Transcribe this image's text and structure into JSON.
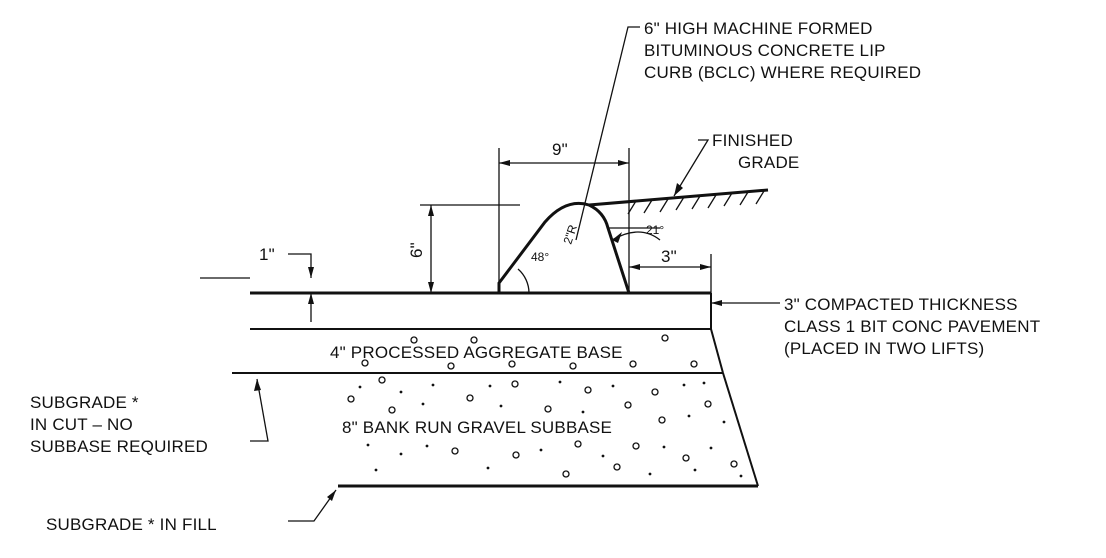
{
  "labels": {
    "lip_curb_line1": "6\" HIGH MACHINE FORMED",
    "lip_curb_line2": "BITUMINOUS CONCRETE LIP",
    "lip_curb_line3": "CURB (BCLC) WHERE REQUIRED",
    "finished_grade_line1": "FINISHED",
    "finished_grade_line2": "GRADE",
    "dim_9in": "9\"",
    "dim_6in": "6\"",
    "dim_1in": "1\"",
    "dim_3in": "3\"",
    "radius_2in": "2\"R",
    "angle_48": "48°",
    "angle_21": "21°",
    "pavement_line1": "3\" COMPACTED THICKNESS",
    "pavement_line2": "CLASS 1 BIT CONC PAVEMENT",
    "pavement_line3": "(PLACED IN TWO LIFTS)",
    "aggregate_base": "4\" PROCESSED AGGREGATE BASE",
    "gravel_subbase": "8\" BANK RUN GRAVEL SUBBASE",
    "subgrade_cut_line1": "SUBGRADE *",
    "subgrade_cut_line2": "IN CUT – NO",
    "subgrade_cut_line3": "SUBBASE REQUIRED",
    "subgrade_fill": "SUBGRADE * IN FILL"
  }
}
